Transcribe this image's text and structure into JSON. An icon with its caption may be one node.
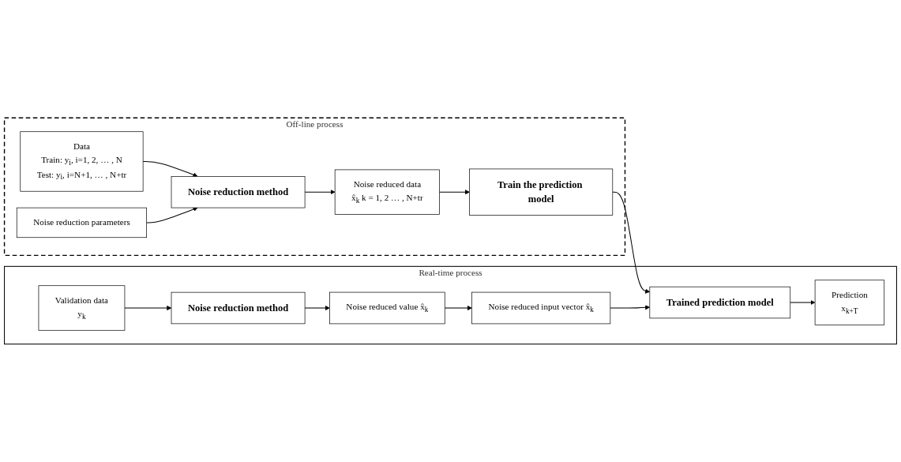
{
  "diagram": {
    "nodes": [
      {
        "text": [
          "Off-line process"
        ]
      },
      {
        "text": [
          "Data",
          "Train: y$_{i}$, i=1, 2, … , N",
          "Test: y$_{i}$, i=N+1, … , N+tr"
        ],
        "in": 0
      },
      {
        "text": [
          "Noise reduction parameters"
        ],
        "in": 0
      },
      {
        "text": [
          "Noise reduction method"
        ],
        "in": 0
      },
      {
        "text": [
          "Noise reduced data",
          "x̂$_{k}$   k = 1, 2 … , N+tr"
        ],
        "in": 0
      },
      {
        "text": [
          "Train the prediction model"
        ],
        "in": 0
      },
      {
        "text": [
          "Real-time process"
        ]
      },
      {
        "text": [
          "Validation data",
          "y$_{k}$"
        ],
        "in": 6
      },
      {
        "text": [
          "Noise reduction method"
        ],
        "in": 6
      },
      {
        "text": [
          "Noise reduced value x̂$_{k}$"
        ],
        "in": 6
      },
      {
        "text": [
          "Noise reduced input vector x̂$_{k}$"
        ],
        "in": 6
      },
      {
        "text": [
          "Trained prediction model"
        ],
        "in": 6
      },
      {
        "text": [
          "Prediction",
          "x$_{k+T}$"
        ],
        "in": 6
      }
    ],
    "edges": [
      {
        "from": 1,
        "to": 3,
        "arrow": "to"
      },
      {
        "from": 2,
        "to": 3,
        "arrow": "to"
      },
      {
        "from": 3,
        "to": 4,
        "arrow": "to"
      },
      {
        "from": 4,
        "to": 5,
        "arrow": "to"
      },
      {
        "from": 5,
        "to": 11,
        "arrow": "to"
      },
      {
        "from": 7,
        "to": 8,
        "arrow": "to"
      },
      {
        "from": 8,
        "to": 9,
        "arrow": "to"
      },
      {
        "from": 9,
        "to": 10,
        "arrow": "to"
      },
      {
        "from": 10,
        "to": 11,
        "arrow": "to"
      },
      {
        "from": 11,
        "to": 12,
        "arrow": "to"
      }
    ]
  }
}
